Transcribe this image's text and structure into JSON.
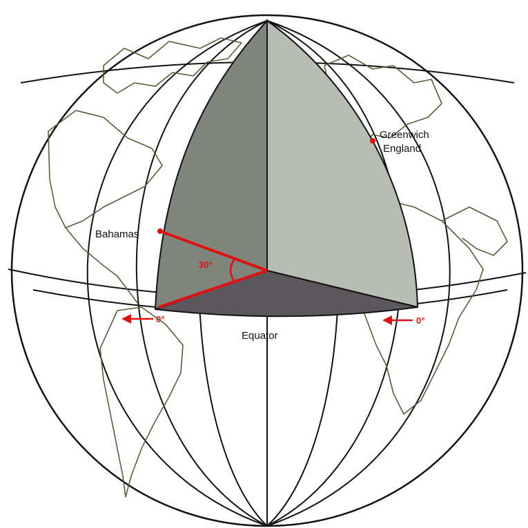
{
  "labels": {
    "point_top_right": "Greenwich",
    "point_top_right_sub": "England",
    "point_left": "Bahamas",
    "latitude_value": "30°",
    "lon_left": "0°",
    "lon_right": "0°",
    "equator": "Equator"
  },
  "colors": {
    "outline": "#111111",
    "coast": "#5a5a3a",
    "face_left": "#7f847c",
    "face_right": "#b8bdb4",
    "base": "#5b575d",
    "accent_red": "#e01010"
  }
}
